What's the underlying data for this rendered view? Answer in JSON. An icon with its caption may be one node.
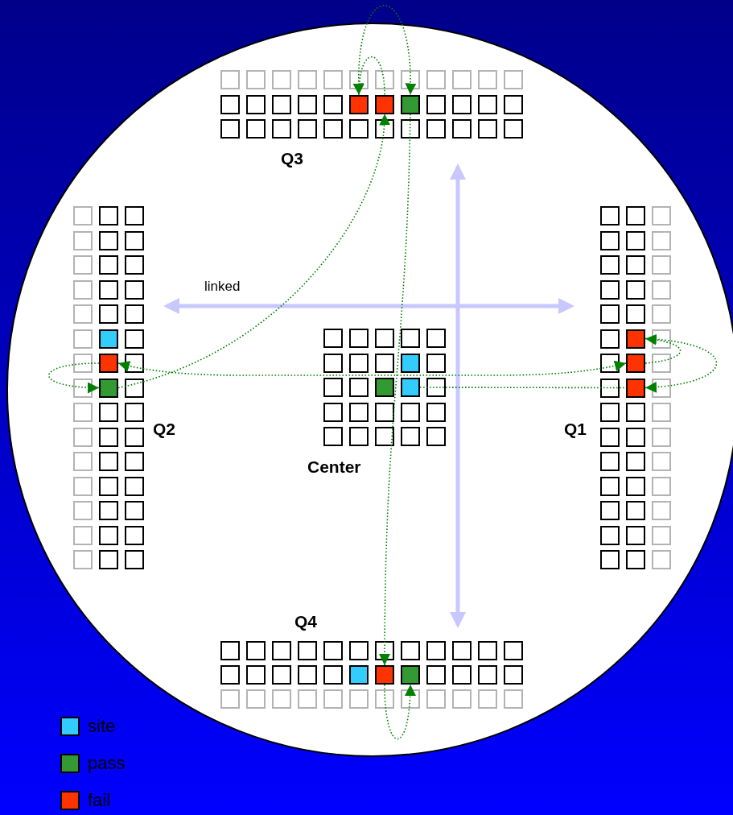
{
  "diagram": {
    "nodes": [
      {
        "text": [],
        "shape": "box"
      },
      {
        "text": [],
        "shape": "box"
      },
      {
        "text": [],
        "shape": "box"
      },
      {
        "text": [],
        "shape": "box"
      },
      {
        "text": [],
        "shape": "box"
      },
      {
        "text": [],
        "shape": "box"
      },
      {
        "text": [],
        "shape": "box"
      },
      {
        "text": [],
        "shape": "box"
      },
      {
        "text": [],
        "shape": "box"
      },
      {
        "text": [],
        "shape": "box"
      },
      {
        "text": [],
        "shape": "box"
      },
      {
        "text": [],
        "shape": "box"
      },
      {
        "text": [],
        "shape": "box"
      },
      {
        "text": [],
        "shape": "box"
      },
      {
        "text": [],
        "shape": "box"
      }
    ],
    "edges": [
      {
        "from": 4,
        "to": 5,
        "arrow": "to"
      },
      {
        "from": 5,
        "to": 1,
        "arrow": "to"
      },
      {
        "from": 1,
        "to": 0,
        "arrow": "to"
      },
      {
        "from": 0,
        "to": 2,
        "arrow": "both"
      },
      {
        "from": 2,
        "to": 13,
        "arrow": "to"
      },
      {
        "from": 13,
        "to": 14,
        "arrow": "to"
      },
      {
        "from": 10,
        "to": 4,
        "arrow": "both"
      },
      {
        "from": 8,
        "to": 11,
        "arrow": "none"
      },
      {
        "from": 10,
        "to": 9,
        "arrow": "to"
      },
      {
        "from": 9,
        "to": 11,
        "arrow": "to"
      }
    ],
    "labels": [
      "Q3",
      "linked",
      "Q2",
      "Q1",
      "Center",
      "Q4"
    ],
    "legend": [
      {
        "text": "site",
        "color": "#33ccff"
      },
      {
        "text": "pass",
        "color": "#339933"
      },
      {
        "text": "fail",
        "color": "#ff3300"
      }
    ]
  }
}
